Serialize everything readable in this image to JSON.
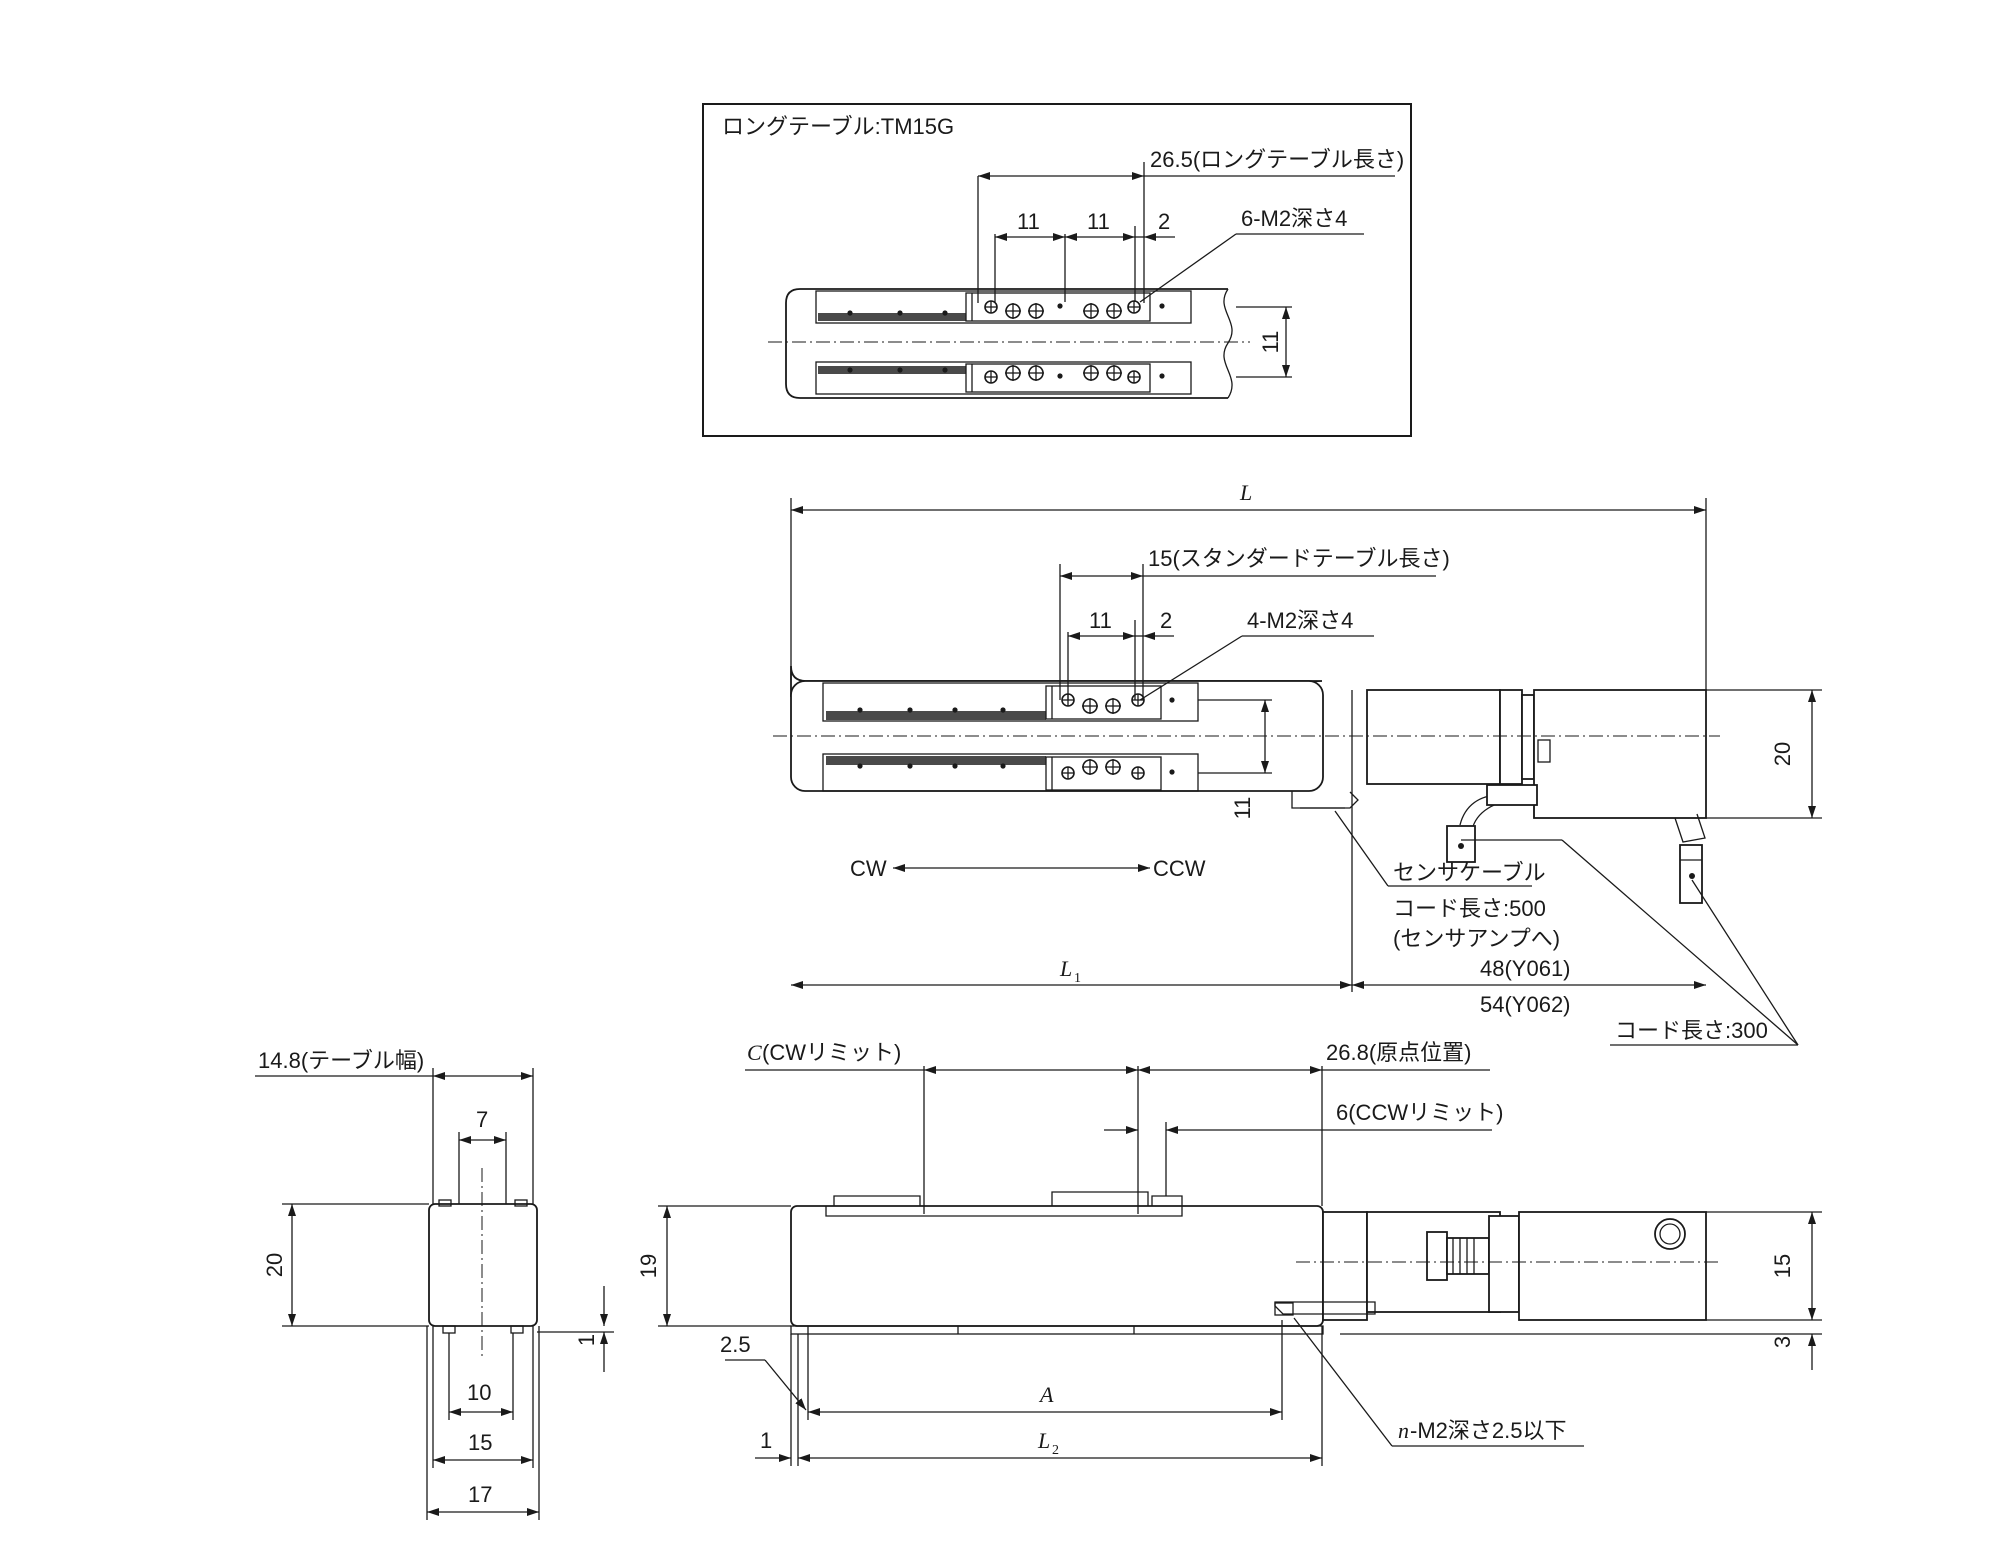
{
  "colors": {
    "ink": "#1a1a1a",
    "rail": "#4a4a4a",
    "background": "#ffffff"
  },
  "inset": {
    "title": "ロングテーブル:TM15G",
    "dim_table_length": "26.5(ロングテーブル長さ)",
    "dim_pitch_1": "11",
    "dim_pitch_2": "11",
    "dim_offset": "2",
    "tapped_holes": "6-M2深さ4",
    "dim_spacing": "11"
  },
  "top_view": {
    "dim_overall": "L",
    "dim_table_length": "15(スタンダードテーブル長さ)",
    "dim_pitch": "11",
    "dim_offset": "2",
    "tapped_holes": "4-M2深さ4",
    "dim_height": "20",
    "dim_spacing": "11",
    "dir_cw": "CW",
    "dir_ccw": "CCW",
    "sensor_cable": "センサケーブル",
    "sensor_cord_length": "コード長さ:500",
    "sensor_note": "(センサアンプへ)",
    "motor_len_y061": "48(Y061)",
    "motor_len_y062": "54(Y062)",
    "dim_l1_main": "L",
    "dim_l1_sub": "1",
    "motor_cord_length": "コード長さ:300"
  },
  "end_view": {
    "dim_table_width": "14.8(テーブル幅)",
    "dim_7": "7",
    "dim_height": "20",
    "dim_1": "1",
    "dim_10": "10",
    "dim_15": "15",
    "dim_17": "17"
  },
  "side_view": {
    "dim_cw_limit_main": "C",
    "dim_cw_limit_text": "(CWリミット)",
    "dim_origin": "26.8(原点位置)",
    "dim_ccw_limit": "6(CCWリミット)",
    "dim_19": "19",
    "dim_15": "15",
    "dim_3": "3",
    "dim_2_5": "2.5",
    "dim_a": "A",
    "dim_1": "1",
    "dim_l2_main": "L",
    "dim_l2_sub": "2",
    "mount_holes_main": "n",
    "mount_holes_text": "-M2深さ2.5以下"
  }
}
